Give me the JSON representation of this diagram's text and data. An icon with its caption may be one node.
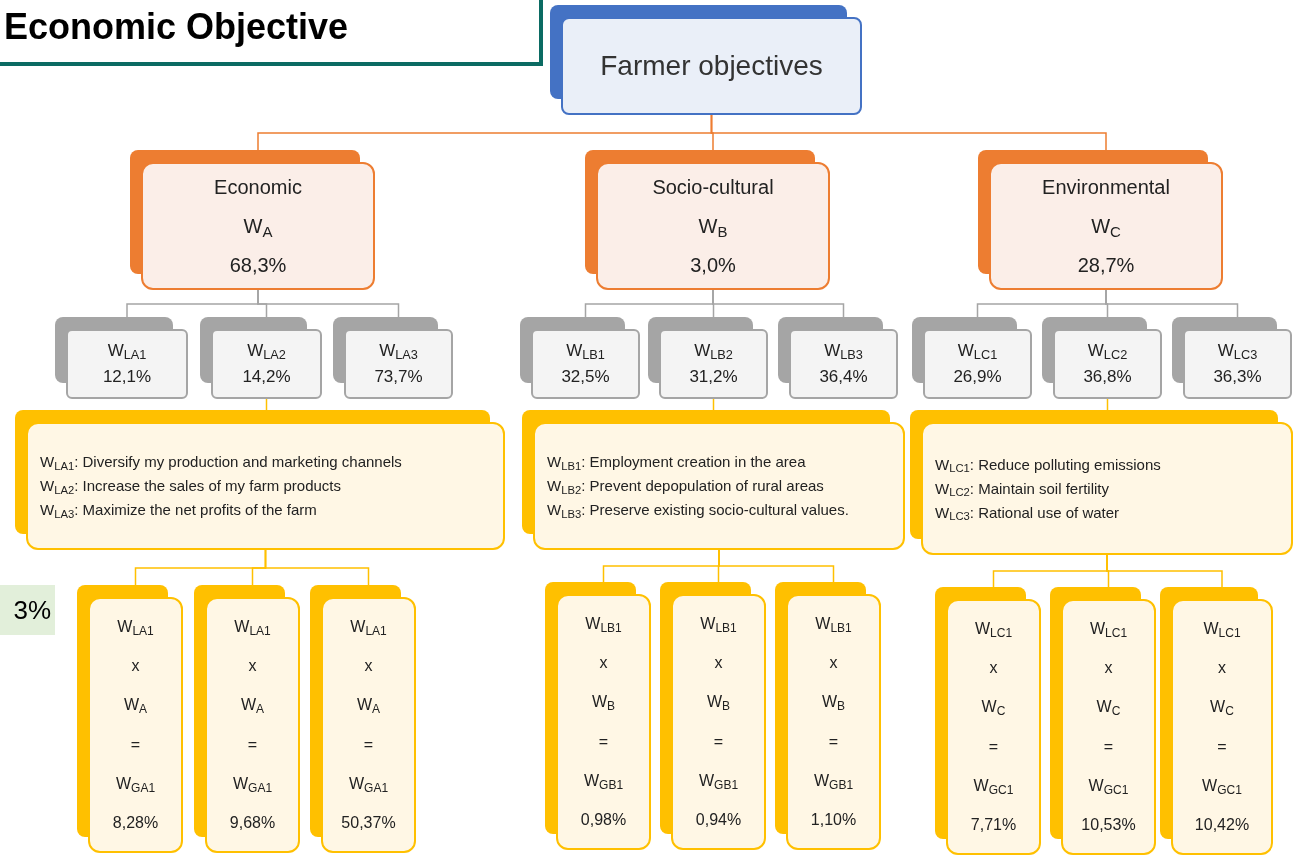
{
  "diagram": {
    "title": "Economic Objective",
    "nodes": [
      {
        "text": [
          "Farmer objectives"
        ]
      },
      {
        "text": [
          "Economic",
          "W$_{A}$",
          "68,3%"
        ]
      },
      {
        "text": [
          "Socio-cultural",
          "W$_{B}$",
          "3,0%"
        ]
      },
      {
        "text": [
          "Environmental",
          "W$_{C}$",
          "28,7%"
        ]
      },
      {
        "text": [
          "W$_{LA1}$",
          "12,1%"
        ]
      },
      {
        "text": [
          "W$_{LA2}$",
          "14,2%"
        ]
      },
      {
        "text": [
          "W$_{LA3}$",
          "73,7%"
        ]
      },
      {
        "text": [
          "W$_{LB1}$",
          "32,5%"
        ]
      },
      {
        "text": [
          "W$_{LB2}$",
          "31,2%"
        ]
      },
      {
        "text": [
          "W$_{LB3}$",
          "36,4%"
        ]
      },
      {
        "text": [
          "W$_{LC1}$",
          "26,9%"
        ]
      },
      {
        "text": [
          "W$_{LC2}$",
          "36,8%"
        ]
      },
      {
        "text": [
          "W$_{LC3}$",
          "36,3%"
        ]
      },
      {
        "text": [
          "W$_{LA1}$: Diversify my production and marketing channels",
          "W$_{LA2}$: Increase the sales of my farm products",
          "W$_{LA3}$: Maximize the net profits of the farm"
        ]
      },
      {
        "text": [
          "W$_{LB1}$: Employment creation in the area",
          "W$_{LB2}$: Prevent depopulation of rural areas",
          "W$_{LB3}$: Preserve existing socio-cultural values."
        ]
      },
      {
        "text": [
          "W$_{LC1}$: Reduce polluting emissions",
          "W$_{LC2}$: Maintain soil fertility",
          "W$_{LC3}$: Rational use of water"
        ]
      },
      {
        "text": [
          "W$_{LA1}$",
          "x",
          "W$_{A}$",
          "=",
          "W$_{GA1}$",
          "8,28%"
        ]
      },
      {
        "text": [
          "W$_{LA1}$",
          "x",
          "W$_{A}$",
          "=",
          "W$_{GA1}$",
          "9,68%"
        ]
      },
      {
        "text": [
          "W$_{LA1}$",
          "x",
          "W$_{A}$",
          "=",
          "W$_{GA1}$",
          "50,37%"
        ]
      },
      {
        "text": [
          "W$_{LB1}$",
          "x",
          "W$_{B}$",
          "=",
          "W$_{GB1}$",
          "0,98%"
        ]
      },
      {
        "text": [
          "W$_{LB1}$",
          "x",
          "W$_{B}$",
          "=",
          "W$_{GB1}$",
          "0,94%"
        ]
      },
      {
        "text": [
          "W$_{LB1}$",
          "x",
          "W$_{B}$",
          "=",
          "W$_{GB1}$",
          "1,10%"
        ]
      },
      {
        "text": [
          "W$_{LC1}$",
          "x",
          "W$_{C}$",
          "=",
          "W$_{GC1}$",
          "7,71%"
        ]
      },
      {
        "text": [
          "W$_{LC1}$",
          "x",
          "W$_{C}$",
          "=",
          "W$_{GC1}$",
          "10,53%"
        ]
      },
      {
        "text": [
          "W$_{LC1}$",
          "x",
          "W$_{C}$",
          "=",
          "W$_{GC1}$",
          "10,42%"
        ]
      }
    ],
    "edges": [
      {
        "from": 0,
        "to": 1,
        "arrow": "none",
        "color": "#ed7d31"
      },
      {
        "from": 0,
        "to": 2,
        "arrow": "none",
        "color": "#ed7d31"
      },
      {
        "from": 0,
        "to": 3,
        "arrow": "none",
        "color": "#ed7d31"
      },
      {
        "from": 1,
        "to": 4,
        "arrow": "none",
        "color": "#a5a5a5"
      },
      {
        "from": 1,
        "to": 5,
        "arrow": "none",
        "color": "#a5a5a5"
      },
      {
        "from": 1,
        "to": 6,
        "arrow": "none",
        "color": "#a5a5a5"
      },
      {
        "from": 2,
        "to": 7,
        "arrow": "none",
        "color": "#a5a5a5"
      },
      {
        "from": 2,
        "to": 8,
        "arrow": "none",
        "color": "#a5a5a5"
      },
      {
        "from": 2,
        "to": 9,
        "arrow": "none",
        "color": "#a5a5a5"
      },
      {
        "from": 3,
        "to": 10,
        "arrow": "none",
        "color": "#a5a5a5"
      },
      {
        "from": 3,
        "to": 11,
        "arrow": "none",
        "color": "#a5a5a5"
      },
      {
        "from": 3,
        "to": 12,
        "arrow": "none",
        "color": "#a5a5a5"
      },
      {
        "from": 5,
        "to": 13,
        "arrow": "none"
      },
      {
        "from": 8,
        "to": 14,
        "arrow": "none"
      },
      {
        "from": 11,
        "to": 15,
        "arrow": "none"
      },
      {
        "from": 13,
        "to": 16,
        "arrow": "none"
      },
      {
        "from": 13,
        "to": 17,
        "arrow": "none"
      },
      {
        "from": 13,
        "to": 18,
        "arrow": "none"
      },
      {
        "from": 14,
        "to": 19,
        "arrow": "none"
      },
      {
        "from": 14,
        "to": 20,
        "arrow": "none"
      },
      {
        "from": 14,
        "to": 21,
        "arrow": "none"
      },
      {
        "from": 15,
        "to": 22,
        "arrow": "none"
      },
      {
        "from": 15,
        "to": 23,
        "arrow": "none"
      },
      {
        "from": 15,
        "to": 24,
        "arrow": "none"
      }
    ],
    "labels": [
      "3%"
    ]
  }
}
